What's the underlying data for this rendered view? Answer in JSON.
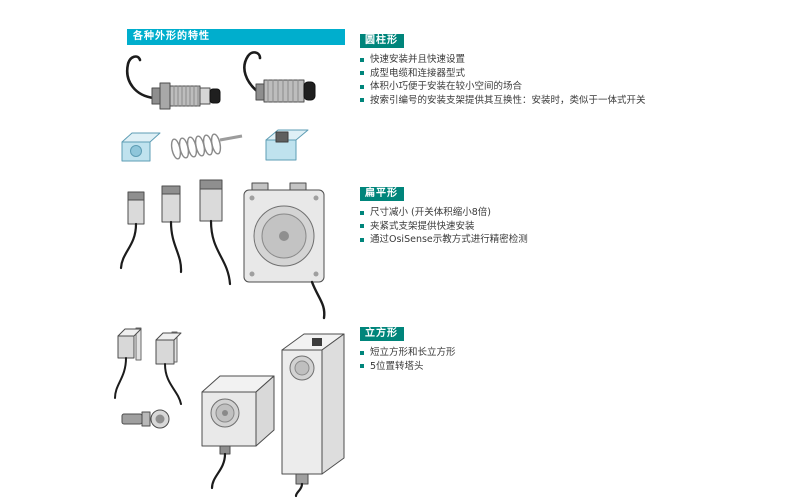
{
  "page": {
    "title": "各种外形的特性"
  },
  "sections": [
    {
      "heading": "圆柱形",
      "bullets": [
        "快速安装并且快速设置",
        "成型电缆和连接器型式",
        "体积小巧便于安装在较小空间的场合",
        "按索引编号的安装支架提供其互换性：安装时，类似于一体式开关"
      ]
    },
    {
      "heading": "扁平形",
      "bullets": [
        "尺寸减小 (开关体积缩小8倍)",
        "夹紧式支架提供快速安装",
        "通过OsiSense示教方式进行精密检测"
      ]
    },
    {
      "heading": "立方形",
      "bullets": [
        "短立方形和长立方形",
        "5位置转塔头"
      ]
    }
  ],
  "colors": {
    "title_bar_bg": "#00aecd",
    "section_heading_bg": "#00857b",
    "bullet": "#00857b",
    "text": "#3a3a3a"
  }
}
